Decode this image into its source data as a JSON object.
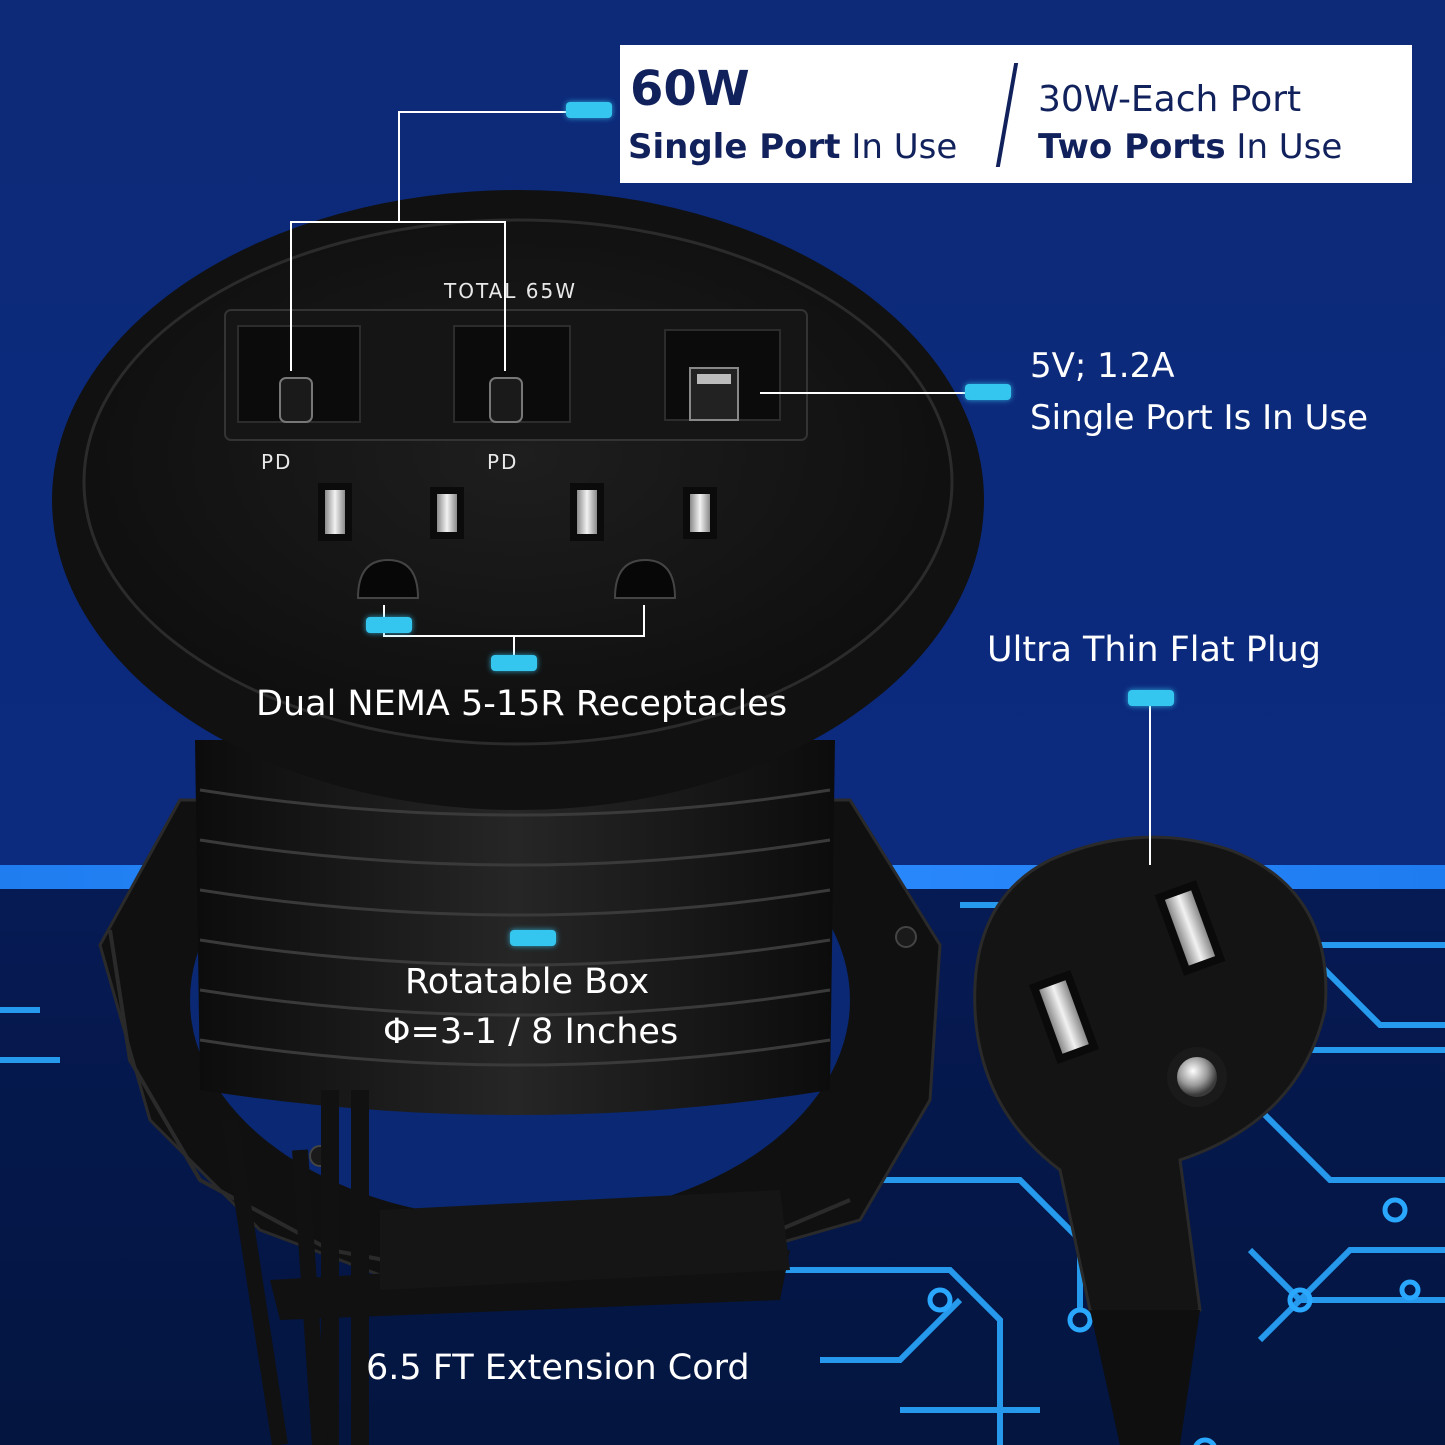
{
  "spec_box": {
    "single_value": "60W",
    "single_bold": "Single Port",
    "single_rest": " In Use",
    "dual_value": "30W-Each Port",
    "dual_bold": "Two Ports",
    "dual_rest": " In Use"
  },
  "device": {
    "total_label": "TOTAL 65W",
    "port1_label": "PD",
    "port2_label": "PD"
  },
  "callouts": {
    "usb_a_line1": "5V; 1.2A",
    "usb_a_line2": "Single Port Is In Use",
    "receptacles": "Dual NEMA 5-15R Receptacles",
    "plug": "Ultra Thin Flat Plug",
    "box_line1": "Rotatable Box",
    "box_line2": "Φ=3-1 / 8 Inches",
    "cord": "6.5 FT Extension Cord"
  },
  "colors": {
    "background": "#0c2a7e",
    "accent_tag": "#35c6f0",
    "spec_text": "#11215c",
    "device_black": "#141414"
  }
}
